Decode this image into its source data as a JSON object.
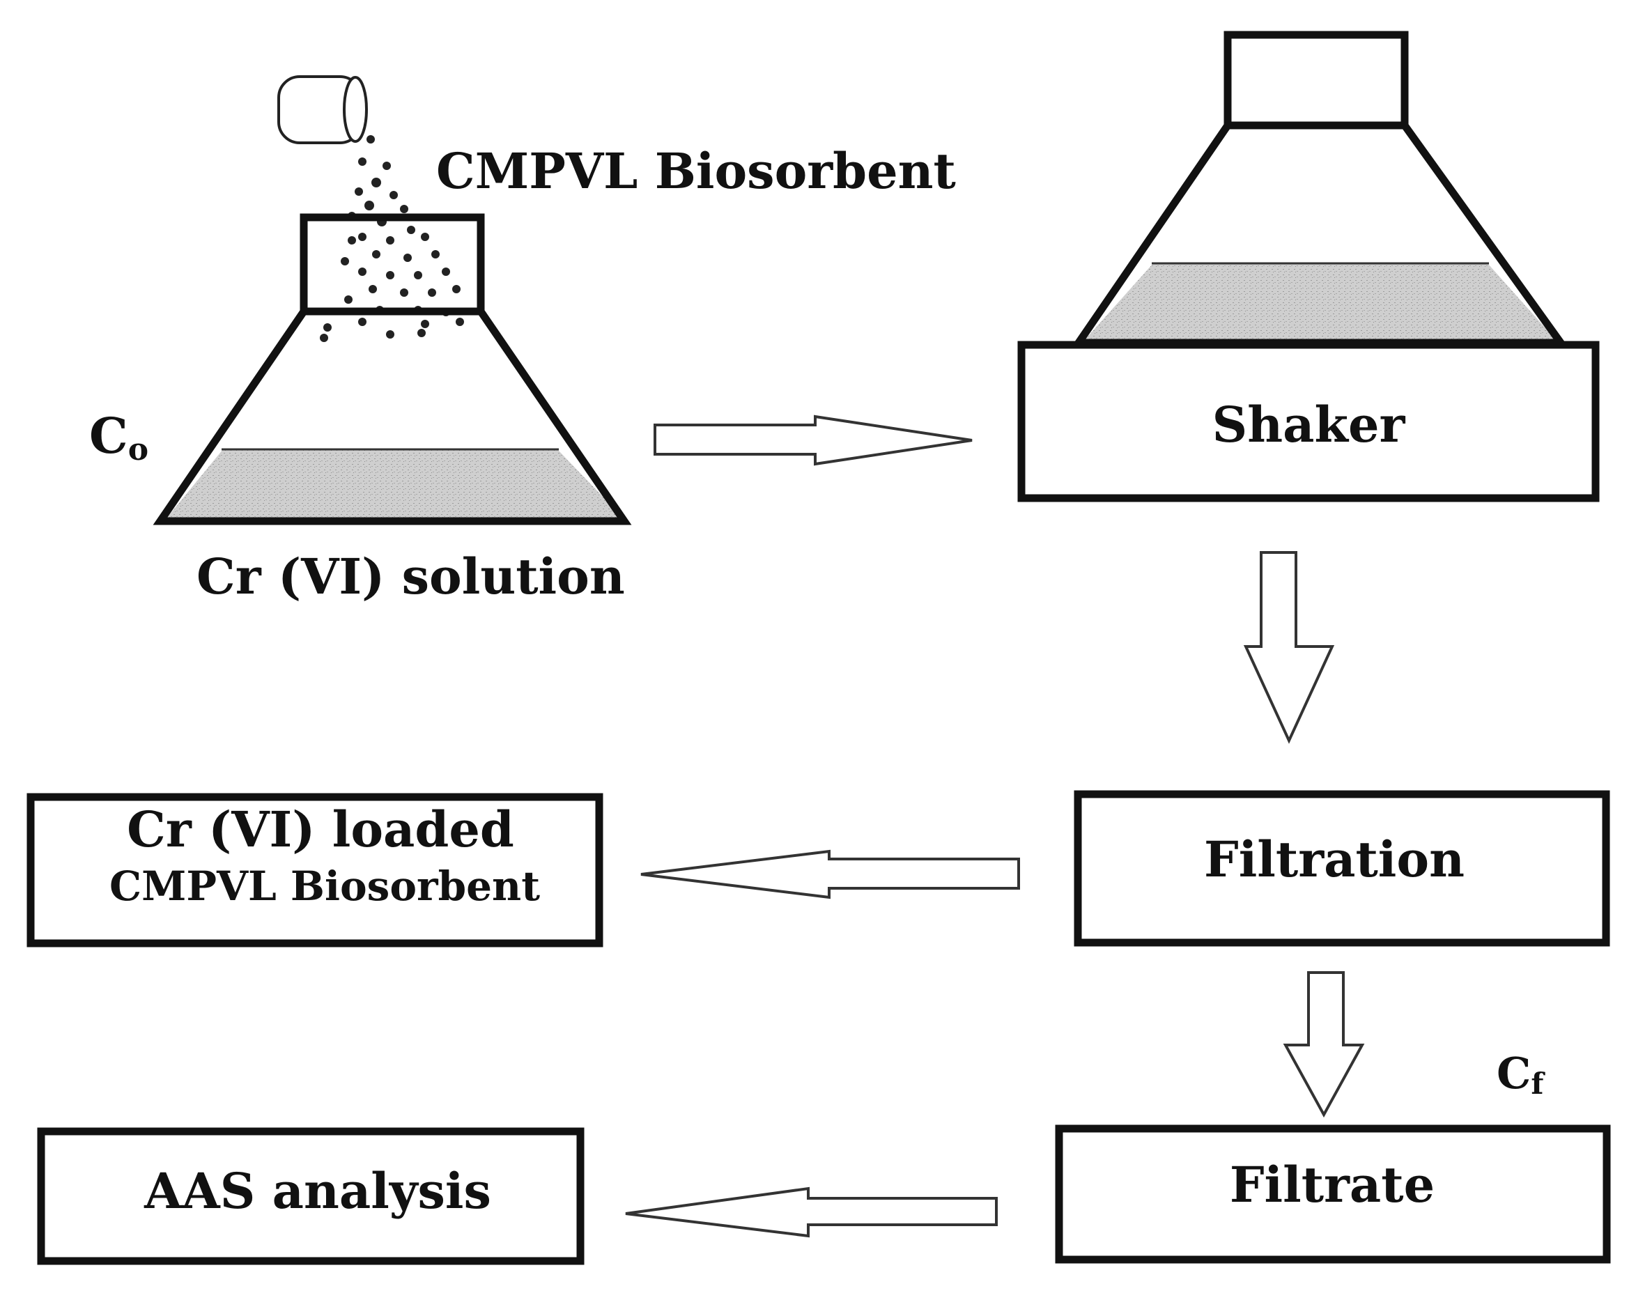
{
  "labels": {
    "biosorbent": "CMPVL Biosorbent",
    "c0_main": "C",
    "c0_sub": "o",
    "cr_solution": "Cr (VI) solution",
    "shaker": "Shaker",
    "filtration": "Filtration",
    "loaded_line1": "Cr (VI) loaded",
    "loaded_line2": "CMPVL Biosorbent",
    "cf_main": "C",
    "cf_sub": "f",
    "filtrate": "Filtrate",
    "aas": "AAS analysis"
  },
  "colors": {
    "ink": "#111111",
    "liquid": "#c9c9c9",
    "background": "#ffffff"
  }
}
